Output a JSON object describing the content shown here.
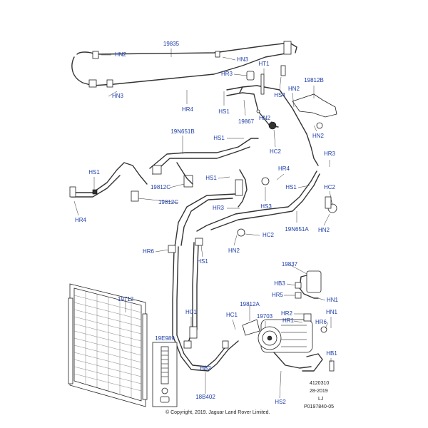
{
  "callouts": {
    "hn2_a": "HN2",
    "c19835": "19835",
    "hn3_a": "HN3",
    "hn3_b": "HN3",
    "hr3_a": "HR3",
    "ht1": "HT1",
    "c19812b": "19812B",
    "hn2_b": "HN2",
    "hr4_a": "HR4",
    "hs1_a": "HS1",
    "c19867": "19867",
    "hs4": "HS4",
    "hn2_c": "HN2",
    "hn2_d": "HN2",
    "hc2_a": "HC2",
    "c19n651b": "19N651B",
    "hs1_b": "HS1",
    "hr3_b": "HR3",
    "hs1_c": "HS1",
    "hr4_b": "HR4",
    "hs1_d": "HS1",
    "hs1_e": "HS1",
    "hc2_b": "HC2",
    "c19812c_a": "19812C",
    "c19812c_b": "19812C",
    "hr3_c": "HR3",
    "hs3": "HS3",
    "hr4_c": "HR4",
    "c19n651a": "19N651A",
    "hn2_e": "HN2",
    "hc2_c": "HC2",
    "hn2_f": "HN2",
    "hr6_a": "HR6",
    "hs1_f": "HS1",
    "c19837": "19837",
    "hb3": "HB3",
    "hr5": "HR5",
    "hn1_a": "HN1",
    "c19712": "19712",
    "c19812a": "19812A",
    "hc1_a": "HC1",
    "hc1_b": "HC1",
    "c19703": "19703",
    "hr2": "HR2",
    "hr1": "HR1",
    "hn1_b": "HN1",
    "hr6_b": "HR6",
    "c19e989": "19E989",
    "hb1": "HB1",
    "hb2": "HB2",
    "c18b402": "18B402",
    "hs2": "HS2"
  },
  "notes": {
    "line1": "4120310",
    "line2": "28-2019",
    "line3": "LJ",
    "line4": "P0197840-05"
  },
  "copyright": "© Copyright, 2019. Jaguar Land Rover Limited.",
  "colors": {
    "callout": "#1f3fa8",
    "line": "#333333"
  }
}
